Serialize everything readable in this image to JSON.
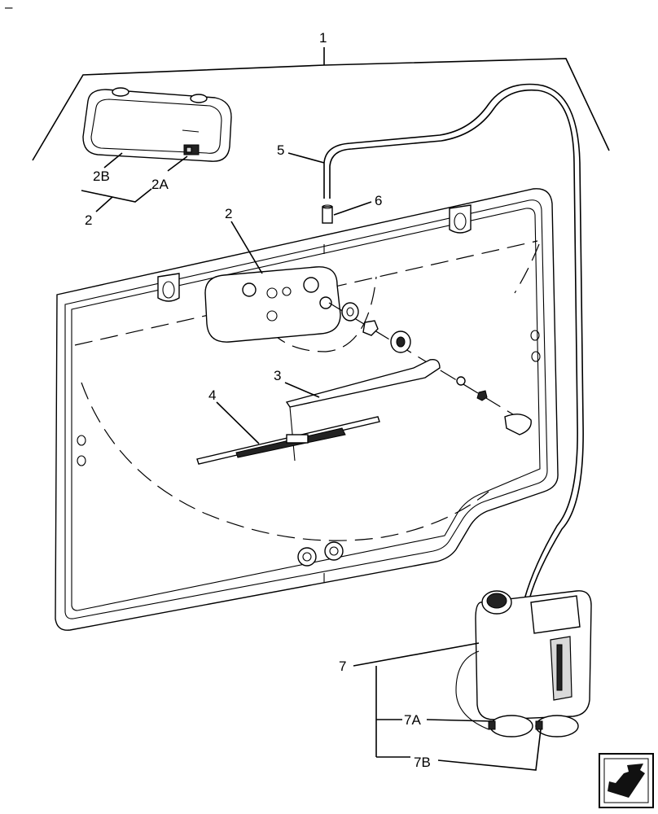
{
  "corner_mark": "–",
  "callouts": {
    "c1": "1",
    "c2": "2",
    "c2_top": "2",
    "c2A": "2A",
    "c2B": "2B",
    "c3": "3",
    "c4": "4",
    "c5": "5",
    "c6": "6",
    "c7": "7",
    "c7A": "7A",
    "c7B": "7B"
  },
  "icons": {
    "next_page": "next-page-arrow-icon"
  }
}
